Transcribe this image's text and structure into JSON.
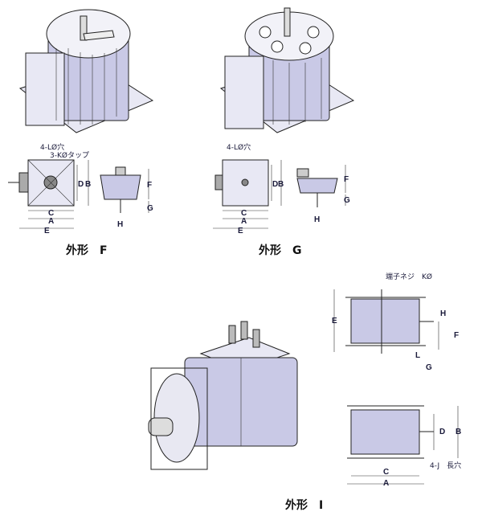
{
  "figure_f": {
    "caption": "外形　F",
    "note_hole": "4-LØ穴",
    "note_tap": "3-KØタップ",
    "dims": {
      "a": "A",
      "b": "B",
      "c": "C",
      "d": "D",
      "e": "E",
      "f": "F",
      "g": "G",
      "h": "H"
    }
  },
  "figure_g": {
    "caption": "外形　G",
    "note_hole": "4-LØ穴",
    "dims": {
      "a": "A",
      "b": "B",
      "c": "C",
      "d": "D",
      "e": "E",
      "f": "F",
      "g": "G",
      "h": "H"
    }
  },
  "figure_i": {
    "caption": "外形　I",
    "note_terminal": "端子ネジ　KØ",
    "note_slot": "4-J　長穴",
    "dims": {
      "a": "A",
      "b": "B",
      "c": "C",
      "d": "D",
      "e": "E",
      "f": "F",
      "g": "G",
      "h": "H",
      "l": "L"
    }
  }
}
